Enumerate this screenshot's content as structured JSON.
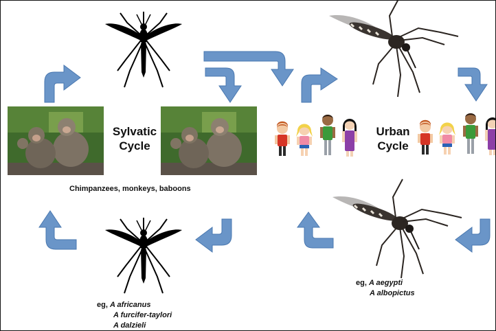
{
  "sylvatic": {
    "title_line1": "Sylvatic",
    "title_line2": "Cycle",
    "hosts": "Chimpanzees, monkeys, baboons",
    "eg": "eg,",
    "species": [
      "A africanus",
      "A furcifer-taylori",
      "A dalzieli"
    ]
  },
  "urban": {
    "title_line1": "Urban",
    "title_line2": "Cycle",
    "eg": "eg,",
    "species": [
      "A aegypti",
      "A albopictus"
    ]
  },
  "colors": {
    "arrow": "#6a95c8",
    "mosquito_silhouette": "#000000",
    "mosquito_photo": "#3a3430",
    "foliage": "#3f6a2c"
  }
}
